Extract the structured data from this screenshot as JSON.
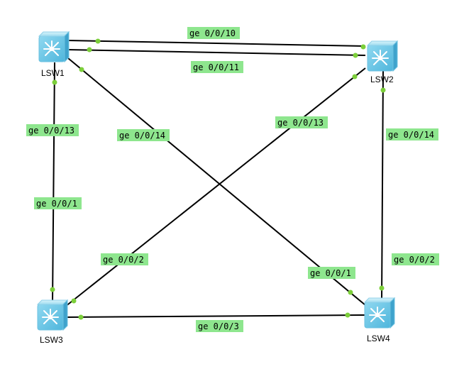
{
  "colors": {
    "label_bg": "#8ee68e",
    "port_dot": "#7ccf3a",
    "switch_body": "#7fd3ee"
  },
  "devices": [
    {
      "id": "lsw1",
      "label": "LSW1",
      "icon": "switch-icon"
    },
    {
      "id": "lsw2",
      "label": "LSW2",
      "icon": "switch-icon"
    },
    {
      "id": "lsw3",
      "label": "LSW3",
      "icon": "switch-icon"
    },
    {
      "id": "lsw4",
      "label": "LSW4",
      "icon": "switch-icon"
    }
  ],
  "links": [
    {
      "from": "lsw1",
      "to": "lsw2",
      "from_port": "ge 0/0/10"
    },
    {
      "from": "lsw1",
      "to": "lsw2",
      "from_port": "ge 0/0/11"
    },
    {
      "from": "lsw1",
      "to": "lsw3",
      "from_port": "ge 0/0/13",
      "to_port": "ge 0/0/1"
    },
    {
      "from": "lsw1",
      "to": "lsw4",
      "from_port": "ge 0/0/14",
      "to_port": "ge 0/0/1"
    },
    {
      "from": "lsw2",
      "to": "lsw3",
      "from_port": "ge 0/0/13",
      "to_port": "ge 0/0/2"
    },
    {
      "from": "lsw2",
      "to": "lsw4",
      "from_port": "ge 0/0/14",
      "to_port": "ge 0/0/2"
    },
    {
      "from": "lsw3",
      "to": "lsw4",
      "to_port": "ge 0/0/3"
    }
  ]
}
